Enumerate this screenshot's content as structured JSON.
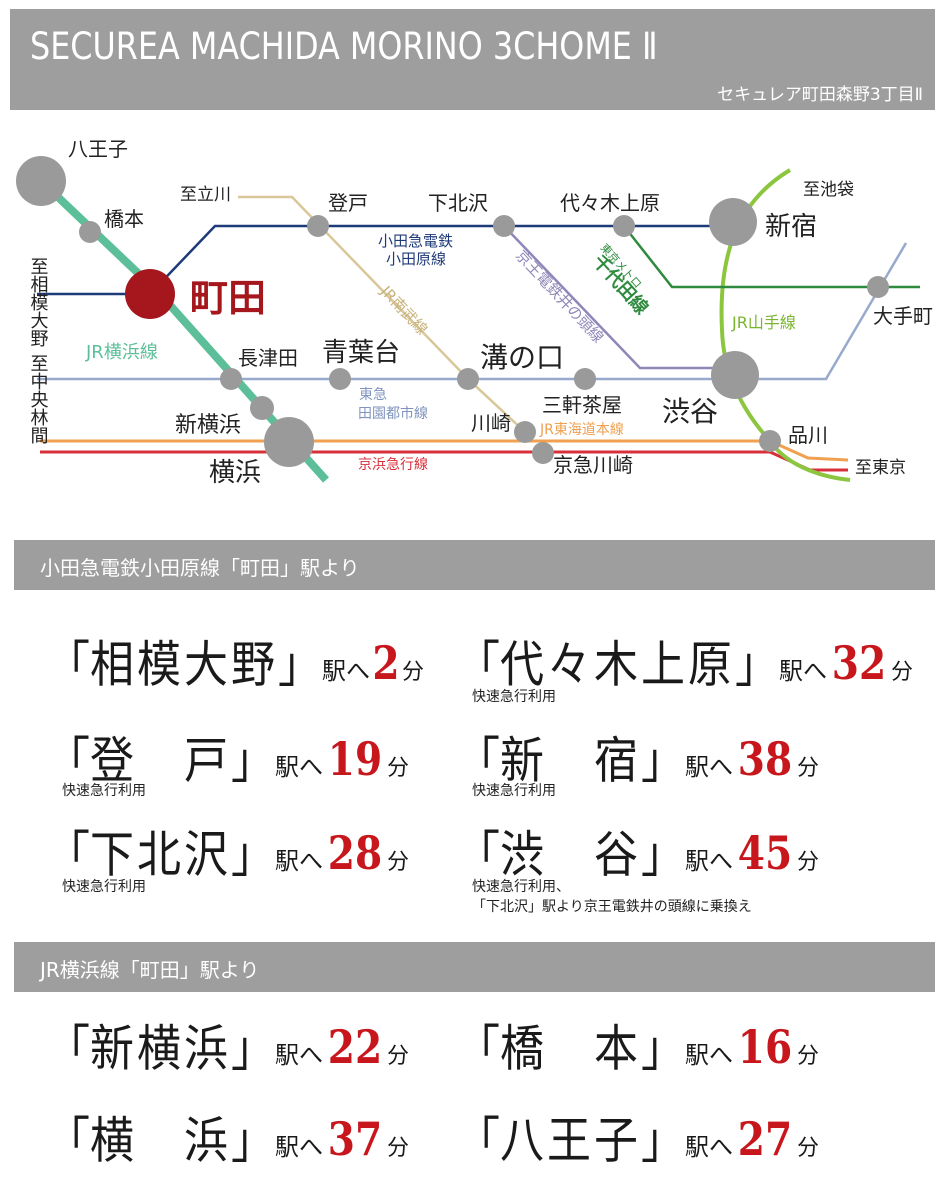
{
  "header": {
    "title": "SECUREA MACHIDA MORINO 3CHOME Ⅱ",
    "subtitle": "セキュレア町田森野3丁目Ⅱ"
  },
  "map": {
    "stations": {
      "hachioji": "八王子",
      "hashimoto": "橋本",
      "machida": "町田",
      "nagatsuta": "長津田",
      "shinyokohama": "新横浜",
      "yokohama": "横浜",
      "aobadai": "青葉台",
      "noborito": "登戸",
      "shimokitazawa": "下北沢",
      "yoyogiuehara": "代々木上原",
      "shinjuku": "新宿",
      "mizonokuchi": "溝の口",
      "sangenjaya": "三軒茶屋",
      "shibuya": "渋谷",
      "otemachi": "大手町",
      "kawasaki": "川崎",
      "keikyukawasaki": "京急川崎",
      "shinagawa": "品川"
    },
    "directions": {
      "tachikawa": "至立川",
      "ikebukuro": "至池袋",
      "sagamiono": "至相模大野",
      "chuorinkan": "至中央林間",
      "tokyo": "至東京"
    },
    "lines": {
      "odakyu": [
        "小田急電鉄",
        "小田原線"
      ],
      "jr_nambu": "JR南武線",
      "keio_inokashira": "京王電鉄井の頭線",
      "tokyo_metro": "東京メトロ",
      "chiyoda": "千代田線",
      "jr_yamanote": "JR山手線",
      "jr_yokohama": "JR横浜線",
      "tokyu": [
        "東急",
        "田園都市線"
      ],
      "jr_tokaido": "JR東海道本線",
      "keikyu": "京浜急行線"
    },
    "colors": {
      "odakyu": "#1f3a78",
      "jr_nambu": "#d9c79a",
      "keio": "#8f87b8",
      "chiyoda": "#2e8b3e",
      "yamanote": "#8cc63f",
      "yokohama": "#5cbf9a",
      "tokyu": "#97a9cc",
      "tokaido": "#f0a050",
      "keikyu": "#d8303a",
      "station": "#9a9a9a",
      "machida": "#a5161d"
    }
  },
  "section1": {
    "title": "小田急電鉄小田原線「町田」駅より",
    "entries": [
      {
        "name": "相模大野",
        "eki": "駅へ",
        "minutes": "2",
        "unit": "分",
        "note": ""
      },
      {
        "name": "代々木上原",
        "eki": "駅へ",
        "minutes": "32",
        "unit": "分",
        "note": "快速急行利用"
      },
      {
        "name": "登　戸",
        "eki": "駅へ",
        "minutes": "19",
        "unit": "分",
        "note": "快速急行利用"
      },
      {
        "name": "新　宿",
        "eki": "駅へ",
        "minutes": "38",
        "unit": "分",
        "note": "快速急行利用"
      },
      {
        "name": "下北沢",
        "eki": "駅へ",
        "minutes": "28",
        "unit": "分",
        "note": "快速急行利用"
      },
      {
        "name": "渋　谷",
        "eki": "駅へ",
        "minutes": "45",
        "unit": "分",
        "note": "快速急行利用、",
        "note2": "「下北沢」駅より京王電鉄井の頭線に乗換え"
      }
    ]
  },
  "section2": {
    "title": "JR横浜線「町田」駅より",
    "entries": [
      {
        "name": "新横浜",
        "eki": "駅へ",
        "minutes": "22",
        "unit": "分"
      },
      {
        "name": "橋　本",
        "eki": "駅へ",
        "minutes": "16",
        "unit": "分"
      },
      {
        "name": "横　浜",
        "eki": "駅へ",
        "minutes": "37",
        "unit": "分"
      },
      {
        "name": "八王子",
        "eki": "駅へ",
        "minutes": "27",
        "unit": "分"
      }
    ]
  }
}
